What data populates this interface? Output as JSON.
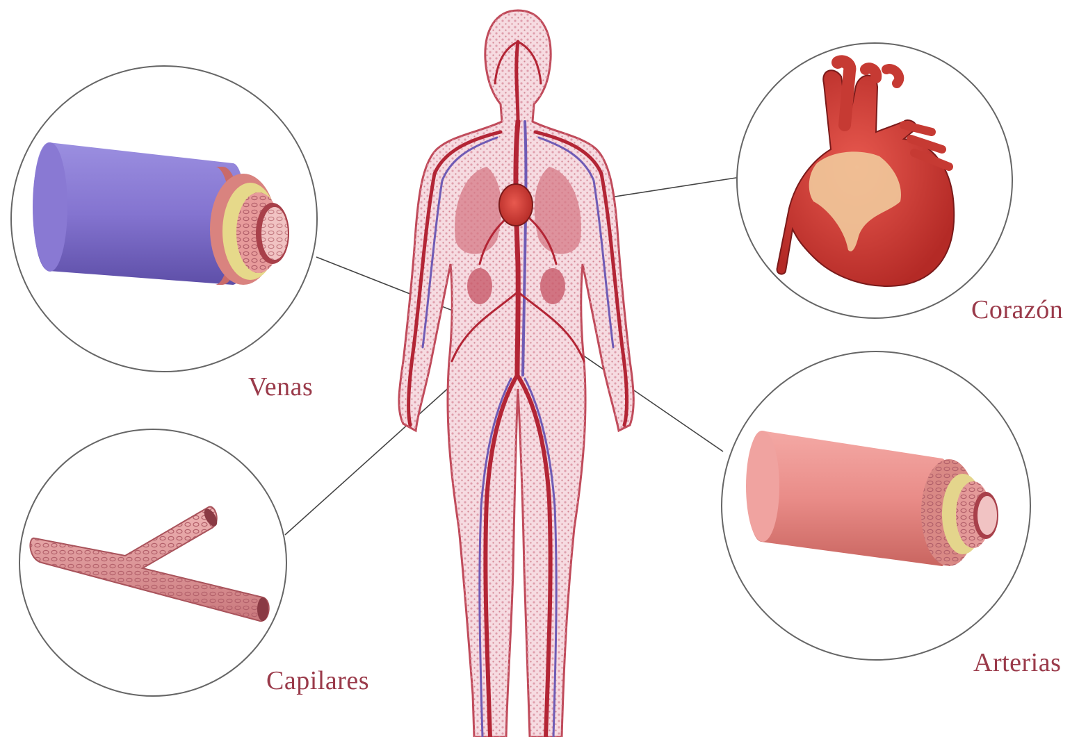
{
  "labels": {
    "venas": "Venas",
    "capilares": "Capilares",
    "corazon": "Corazón",
    "arterias": "Arterias"
  },
  "colors": {
    "vessel_red": "#b32535",
    "vein_purple": "#7a67c4",
    "body_tissue": "#f5d5dc",
    "label_text": "#9a3a4a",
    "circle_stroke": "#666666"
  }
}
